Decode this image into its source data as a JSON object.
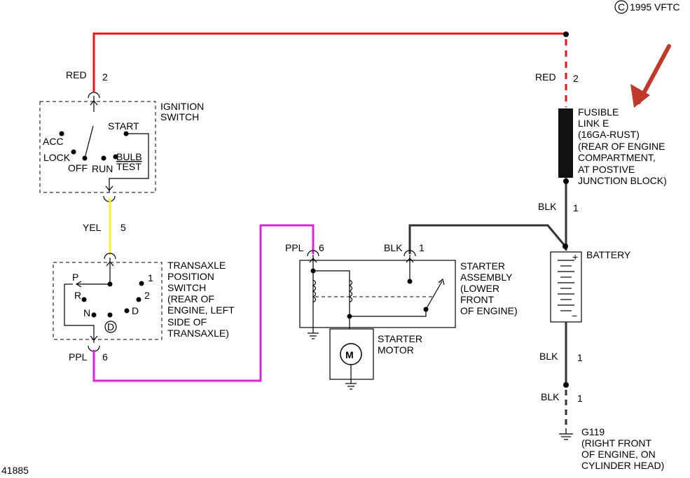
{
  "copyright": "1995 VFTC",
  "copyright_symbol": "C",
  "figure_number": "41885",
  "colors": {
    "red": "#e8151b",
    "yellow": "#f4f420",
    "purple": "#e020e0",
    "black": "#333333",
    "fuse": "#111111",
    "arrow": "#c0392b"
  },
  "ignition_switch": {
    "title_1": "IGNITION",
    "title_2": "SWITCH",
    "acc": "ACC",
    "lock": "LOCK",
    "off": "OFF",
    "run": "RUN",
    "start": "START",
    "bulb_1": "BULB",
    "bulb_2": "TEST"
  },
  "wires": {
    "red_top_color": "RED",
    "red_top_pin": "2",
    "red_right_color": "RED",
    "red_right_pin": "2",
    "yel_color": "YEL",
    "yel_pin": "5",
    "ppl_left_color": "PPL",
    "ppl_left_pin": "6",
    "ppl_starter_color": "PPL",
    "ppl_starter_pin": "6",
    "blk_starter_color": "BLK",
    "blk_starter_pin": "1",
    "blk_fuse_color": "BLK",
    "blk_fuse_pin": "1",
    "blk_batt_color": "BLK",
    "blk_batt_pin": "1",
    "blk_ground_color": "BLK",
    "blk_ground_pin": "1"
  },
  "fusible_link": {
    "lines": [
      "FUSIBLE",
      "LINK E",
      "(16GA-RUST)",
      "(REAR OF ENGINE",
      "COMPARTMENT,",
      "AT POSTIVE",
      "JUNCTION BLOCK)"
    ]
  },
  "transaxle_switch": {
    "lines": [
      "TRANSAXLE",
      "POSITION",
      "SWITCH",
      "(REAR OF",
      "ENGINE, LEFT",
      "SIDE OF",
      "TRANSAXLE)"
    ],
    "p": "P",
    "r": "R",
    "n": "N",
    "d": "D",
    "d_circle": "D",
    "one": "1",
    "two": "2"
  },
  "starter": {
    "lines": [
      "STARTER",
      "ASSEMBLY",
      "(LOWER",
      "FRONT",
      "OF ENGINE)"
    ],
    "motor_1": "STARTER",
    "motor_2": "MOTOR",
    "motor_symbol": "M"
  },
  "battery": {
    "label": "BATTERY",
    "plus": "+",
    "minus": "−"
  },
  "ground": {
    "lines": [
      "G119",
      "(RIGHT FRONT",
      "OF ENGINE, ON",
      "CYLINDER HEAD)"
    ]
  }
}
